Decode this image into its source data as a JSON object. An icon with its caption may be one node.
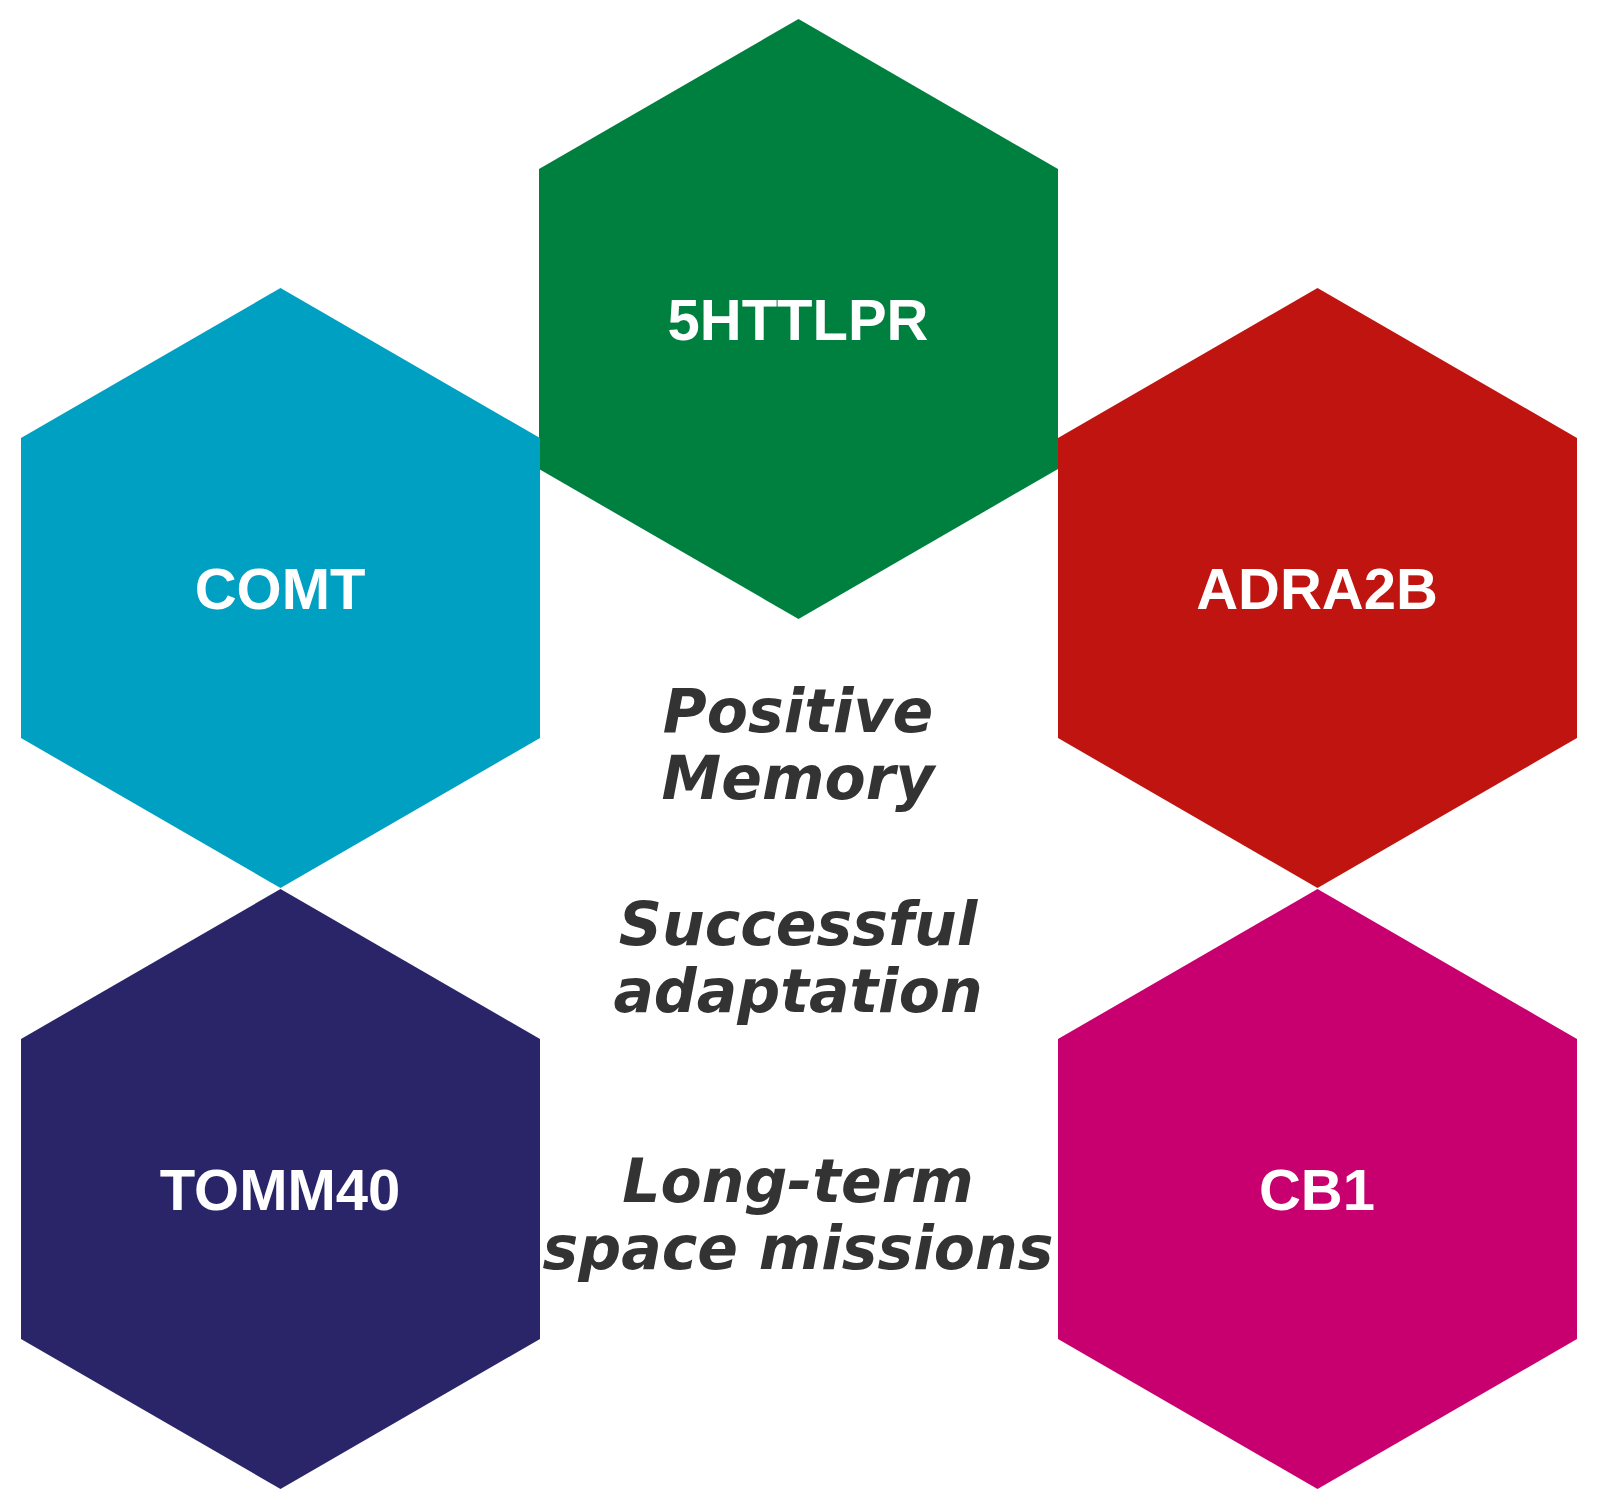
{
  "diagram": {
    "nodes": [
      {
        "text": [
          "5HTTLPR"
        ]
      },
      {
        "text": [
          "COMT"
        ]
      },
      {
        "text": [
          "ADRA2B"
        ]
      },
      {
        "text": [
          "TOMM40"
        ]
      },
      {
        "text": [
          "CB1"
        ]
      }
    ],
    "labels": [
      "Positive Memory",
      "Successful adaptation",
      "Long-term space missions"
    ]
  }
}
